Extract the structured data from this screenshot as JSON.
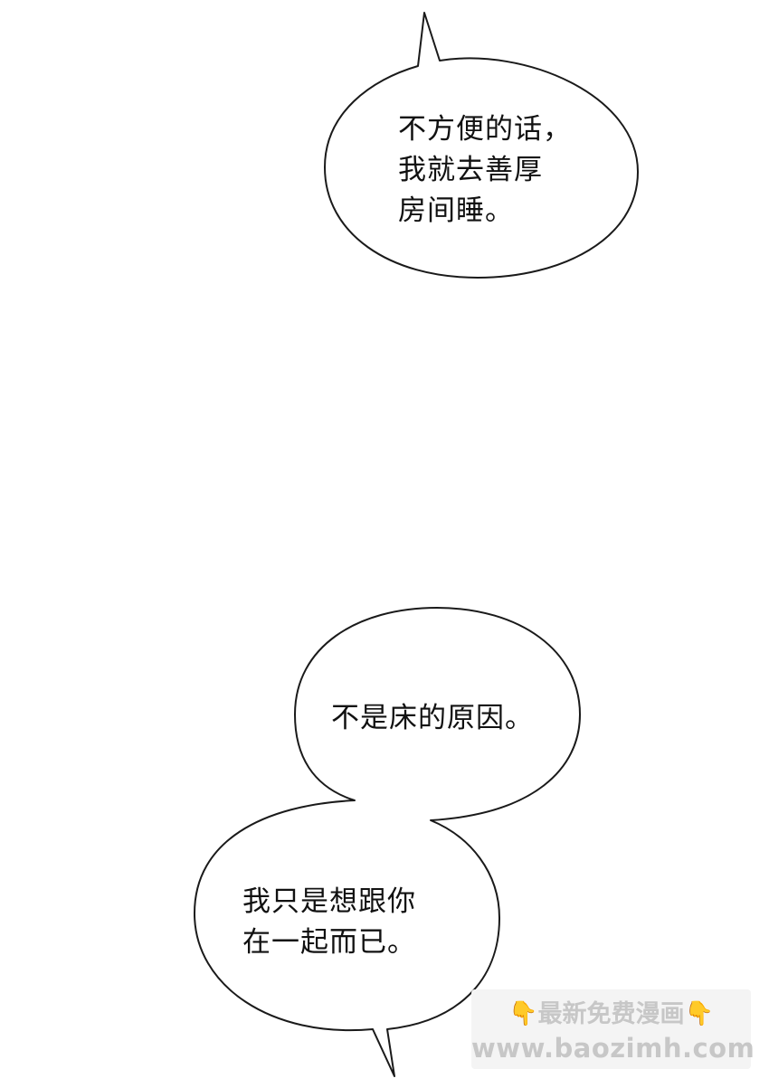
{
  "bubbles": [
    {
      "lines": [
        "不方便的话，",
        "我就去善厚",
        "房间睡。"
      ]
    },
    {
      "lines": [
        "不是床的原因。"
      ]
    },
    {
      "lines": [
        "我只是想跟你",
        "在一起而已。"
      ]
    }
  ],
  "watermark": {
    "title": "最新免费漫画",
    "url": "www.baozimh.com",
    "icon": "pointing-down-hand-icon",
    "icon_color": "#f2b62c"
  },
  "colors": {
    "background": "#ffffff",
    "outline": "#1a1a1a",
    "text": "#111111",
    "watermark_bg": "#f4f4f4",
    "watermark_text": "#c7c7c7"
  }
}
